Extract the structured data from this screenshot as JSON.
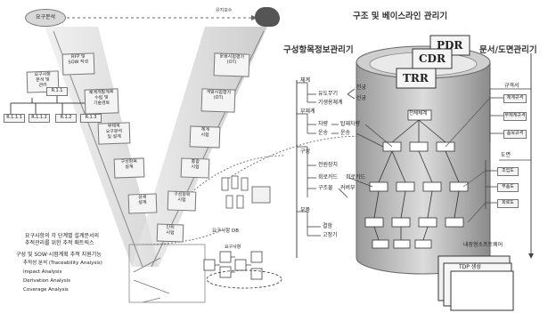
{
  "top": {
    "left_oval": "요구분석",
    "top_dashed_label": "유지보수",
    "right_cloud": ""
  },
  "titles": {
    "config_mgr_main": "구조 및 베이스라인 관리기",
    "config_info_mgr": "구성항목정보관리기",
    "doc_mgr": "문서/도면관리기"
  },
  "repository_stack": {
    "top": "PDR",
    "middle": "CDR",
    "bottom": "TRR",
    "bottom_label": "내장형소프트웨어"
  },
  "left_tree": {
    "items": [
      {
        "label": "체계"
      },
      {
        "label": "유도무기",
        "children": [
          "천궁",
          "신궁"
        ]
      },
      {
        "label": "기생용체계"
      },
      {
        "label": "부체계"
      },
      {
        "label": "차량",
        "children": [
          "탑재차량"
        ]
      },
      {
        "label": "운송",
        "children": [
          "운송"
        ]
      },
      {
        "label": "구성"
      },
      {
        "label": "전원장치"
      },
      {
        "label": "회로카드",
        "children": [
          "회로카드"
        ]
      },
      {
        "label": "구조물",
        "children": [
          "커버부"
        ]
      },
      {
        "label": "부품"
      },
      {
        "label": "결함",
        "children": [
          "고정기"
        ]
      }
    ]
  },
  "right_tree": {
    "groups": [
      {
        "label": "규격서",
        "items": [
          "체계규격",
          "부체계규격",
          "품목규격"
        ]
      },
      {
        "label": "도면",
        "items": [
          "조립도",
          "부품도",
          "회로도"
        ]
      }
    ]
  },
  "stack_labels": {
    "system": "전체체계"
  },
  "v_model": {
    "left_boxes": [
      "요구사항\n분석 및\n관리",
      "RFP 및\nSOW 작성",
      "체계개발계획\n수립 및\n기술검토",
      "부체계\n요구분석\n및 설계",
      "구성항목\n설계",
      "상세\n설계"
    ],
    "right_boxes": [
      "운용시험평가\n(OT)",
      "개발시험평가\n(DT)",
      "체계\n시험",
      "통합\n시험",
      "구성항목\n시험",
      "단위\n시험"
    ],
    "req_labels": [
      "R.1.1",
      "R.1.1.1",
      "R.1.1.2",
      "R.1.2",
      "R.1.3"
    ]
  },
  "bottom_left": {
    "heading": "요구사항의 각 단계별 설계문서의\n추적관리를 위한 추적 매트릭스",
    "sub_heading": "구성 및 SOW·시험계획 추적 지원기능",
    "bullets": [
      "추적성 분석 (Traceability Analysis)",
      "Impact Analysis",
      "Derivation Analysis",
      "Coverage Analysis"
    ]
  },
  "req_db": {
    "label": "요구사항 DB",
    "chart_label": "요구사항"
  },
  "tdp_card": {
    "label": "TDP 생성"
  }
}
